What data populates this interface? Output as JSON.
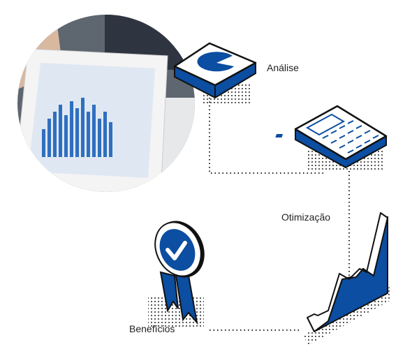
{
  "labels": {
    "analise": "Análise",
    "otimizacao": "Otimização",
    "beneficios": "Benefícios"
  },
  "colors": {
    "brand_blue": "#0b4ea2",
    "outline": "#111111"
  }
}
